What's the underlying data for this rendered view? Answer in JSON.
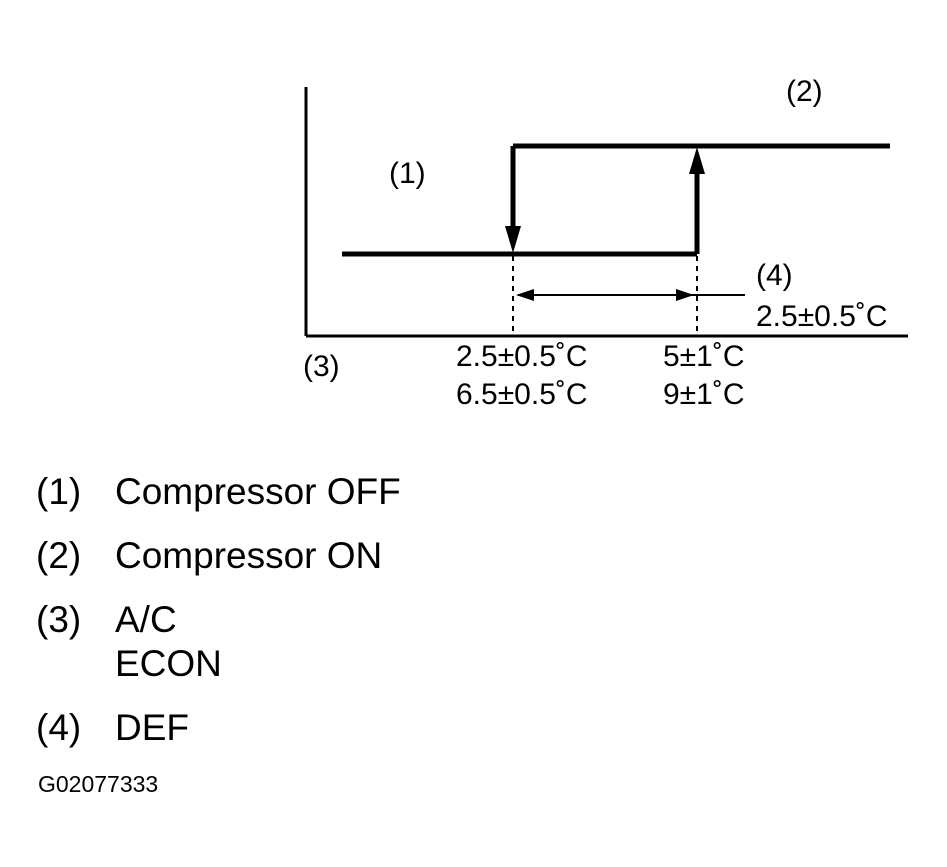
{
  "diagram": {
    "callouts": {
      "c1": "(1)",
      "c2": "(2)",
      "c3": "(3)",
      "c4": "(4)"
    },
    "off_threshold": [
      "2.5±0.5˚C",
      "6.5±0.5˚C"
    ],
    "on_threshold": [
      "5±1˚C",
      "9±1˚C"
    ],
    "hysteresis_label": "2.5±0.5˚C"
  },
  "legend": [
    {
      "number": "(1)",
      "lines": [
        "Compressor OFF"
      ]
    },
    {
      "number": "(2)",
      "lines": [
        "Compressor ON"
      ]
    },
    {
      "number": "(3)",
      "lines": [
        "A/C",
        "ECON"
      ]
    },
    {
      "number": "(4)",
      "lines": [
        "DEF"
      ]
    }
  ],
  "figure_id": "G02077333"
}
